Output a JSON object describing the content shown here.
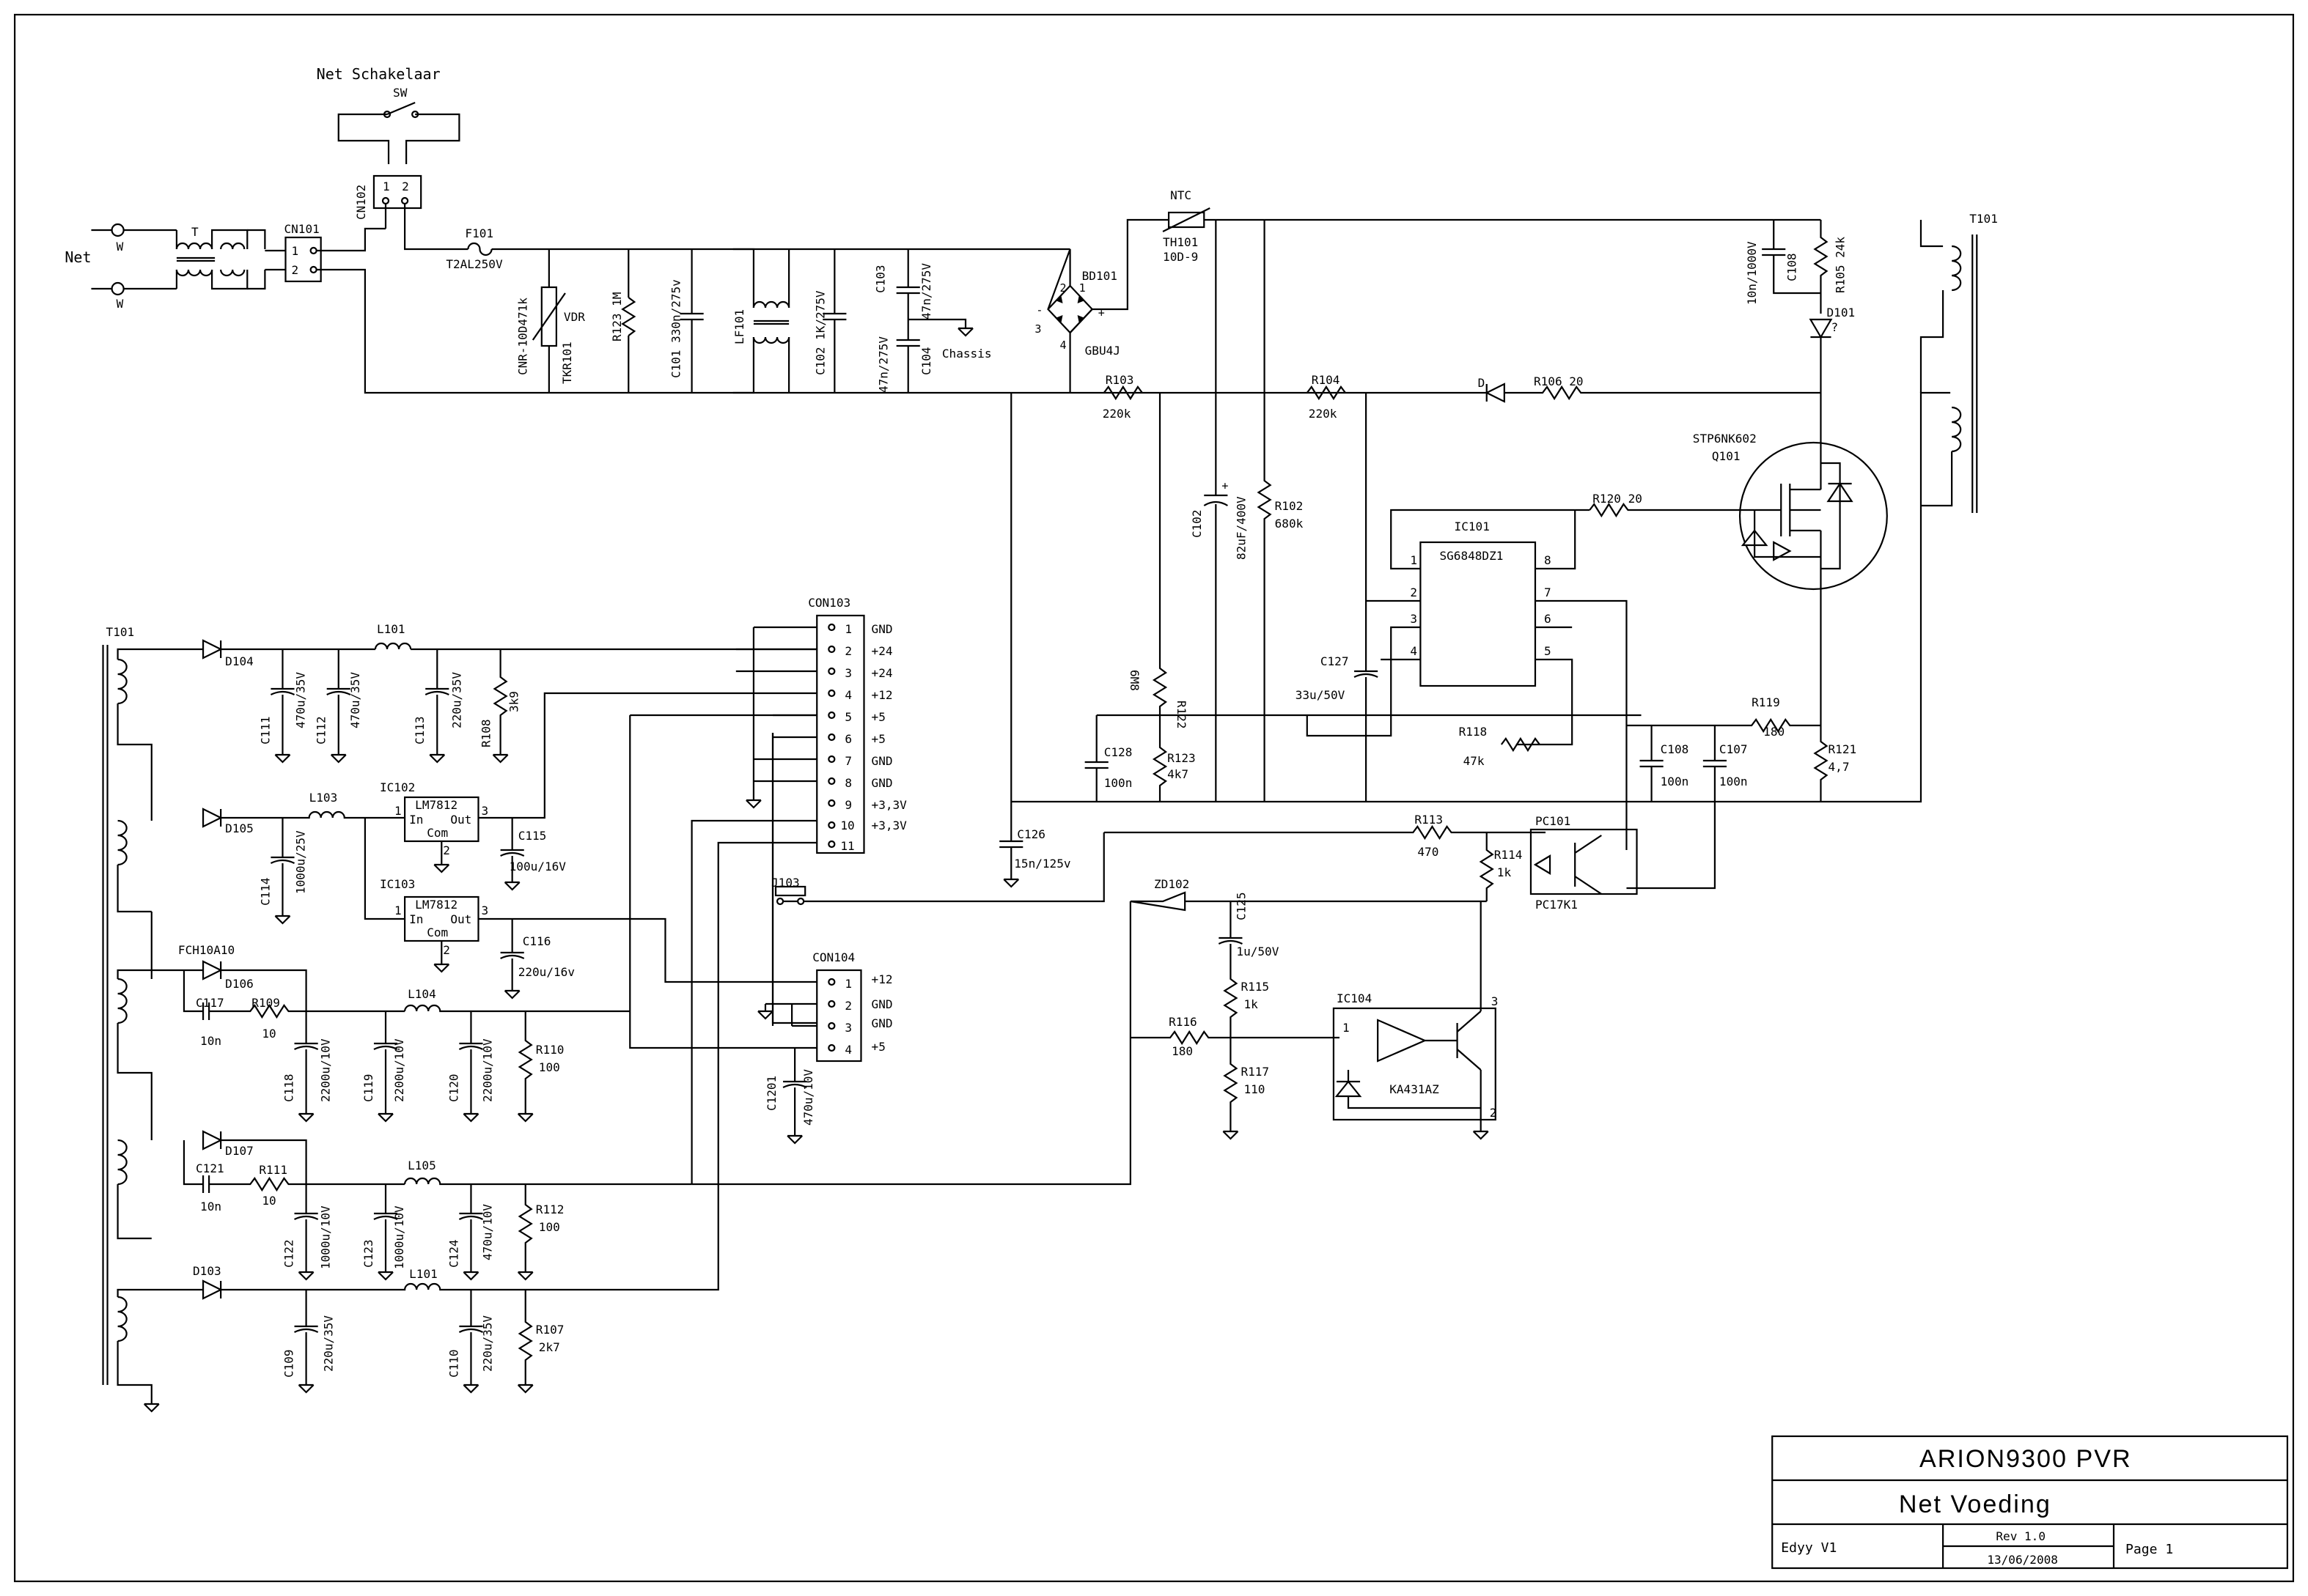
{
  "title_block": {
    "project": "ARION9300 PVR",
    "sheet_title": "Net Voeding",
    "author": "Edyy V1",
    "revision": "Rev 1.0",
    "date": "13/06/2008",
    "page": "Page 1"
  },
  "mains": {
    "switch_title": "Net Schakelaar",
    "switch_ref": "SW",
    "net": "Net",
    "w": "W",
    "t_label": "T",
    "cn101": "CN101",
    "cn102": "CN102",
    "p1": "1",
    "p2": "2",
    "f101": "F101",
    "f101_val": "T2AL250V",
    "vdr": "VDR",
    "vdr_part": "CNR-10D471k",
    "tkr101": "TKR101",
    "r123_1m": "R123 1M",
    "c101": "C101 330n/275v",
    "lf101": "LF101",
    "c102_x": "C102 1K/275V",
    "c103": "C103",
    "c103_val": "47n/275V",
    "c104_val": "47n/275V",
    "c104": "C104",
    "chassis": "Chassis",
    "bd101": "BD101",
    "gbu4j": "GBU4J",
    "bd_pins": [
      "1",
      "2",
      "3",
      "4"
    ],
    "bd_plus": "+",
    "bd_minus": "-"
  },
  "primary": {
    "ntc": "NTC",
    "th101": "TH101",
    "th101_val": "10D-9",
    "t101": "T101",
    "c108_top": "C108",
    "c108_val": "10n/1000V",
    "r105": "R105 24k",
    "d101": "D101",
    "d101_q": "?",
    "r103": "R103",
    "r103_val": "220k",
    "r104": "R104",
    "r104_val": "220k",
    "d": "D",
    "r106": "R106 20",
    "q101_part": "STP6NK602",
    "q101": "Q101",
    "r120": "R120 20",
    "c102_bulk": "C102",
    "c102_val": "82uF/400V",
    "r102": "R102",
    "r102_val": "680k",
    "ic101": "IC101",
    "ic101_part": "SG6848DZ1",
    "ic101_pins": [
      "1",
      "2",
      "3",
      "4",
      "5",
      "6",
      "7",
      "8"
    ],
    "r122": "R122",
    "r122_val": "6M8",
    "c127": "C127",
    "c127_val": "33u/50V",
    "r119": "R119",
    "r119_val": "180",
    "r118": "R118",
    "r118_val": "47k",
    "c128": "C128",
    "c128_val": "100n",
    "r123": "R123",
    "r123_val": "4k7",
    "c108": "C108",
    "c108_val2": "100n",
    "c107": "C107",
    "c107_val": "100n",
    "r121": "R121",
    "r121_val": "4,7",
    "c126": "C126",
    "c126_val": "15n/125v"
  },
  "feedback": {
    "r113": "R113",
    "r113_val": "470",
    "pc101": "PC101",
    "pc101_part": "PC17K1",
    "r114": "R114",
    "r114_val": "1k",
    "zd102": "ZD102",
    "c125": "C125",
    "c125_val": "1u/50V",
    "r115": "R115",
    "r115_val": "1k",
    "r116": "R116",
    "r116_val": "180",
    "r117": "R117",
    "r117_val": "110",
    "ic104": "IC104",
    "ic104_part": "KA431AZ",
    "ic104_pins": [
      "1",
      "2",
      "3"
    ],
    "j103": "J103"
  },
  "secondary": {
    "t101": "T101",
    "d104": "D104",
    "l101": "L101",
    "c111": "C111",
    "c111_val": "470u/35V",
    "c112": "C112",
    "c112_val": "470u/35V",
    "c113": "C113",
    "c113_val": "220u/35V",
    "r108": "R108",
    "r108_val": "3k9",
    "d105": "D105",
    "l103": "L103",
    "c114": "C114",
    "c114_val": "1000u/25V",
    "ic102": "IC102",
    "ic103": "IC103",
    "lm7812": "LM7812",
    "reg_in": "In",
    "reg_out": "Out",
    "reg_com": "Com",
    "reg_pins": [
      "1",
      "2",
      "3"
    ],
    "c115": "C115",
    "c115_val": "100u/16V",
    "c116": "C116",
    "c116_val": "220u/16v",
    "fch10a10": "FCH10A10",
    "d106": "D106",
    "c117": "C117",
    "c117_val": "10n",
    "r109": "R109",
    "r109_val": "10",
    "l104": "L104",
    "c118": "C118",
    "c118_val": "2200u/10V",
    "c119": "C119",
    "c119_val": "2200u/10V",
    "c120": "C120",
    "c120_val": "2200u/10V",
    "r110": "R110",
    "r110_val": "100",
    "d107": "D107",
    "c121": "C121",
    "c121_val": "10n",
    "r111": "R111",
    "r111_val": "10",
    "l105": "L105",
    "c122": "C122",
    "c122_val": "1000u/10V",
    "c123": "C123",
    "c123_val": "1000u/10V",
    "c124": "C124",
    "c124_val": "470u/10V",
    "r112": "R112",
    "r112_val": "100",
    "d103": "D103",
    "l101b": "L101",
    "c109": "C109",
    "c109_val": "220u/35V",
    "c110": "C110",
    "c110_val": "220u/35V",
    "r107": "R107",
    "r107_val": "2k7"
  },
  "con103": {
    "ref": "CON103",
    "pins": [
      "1",
      "2",
      "3",
      "4",
      "5",
      "6",
      "7",
      "8",
      "9",
      "10",
      "11"
    ],
    "labels": [
      "GND",
      "+24",
      "+24",
      "+12",
      "+5",
      "+5",
      "GND",
      "GND",
      "+3,3V",
      "+3,3V",
      ""
    ]
  },
  "con104": {
    "ref": "CON104",
    "pins": [
      "1",
      "2",
      "3",
      "4"
    ],
    "labels": [
      "+12",
      "GND",
      "GND",
      "+5"
    ],
    "c1201": "C1201",
    "c1201_val": "470u/10V"
  }
}
